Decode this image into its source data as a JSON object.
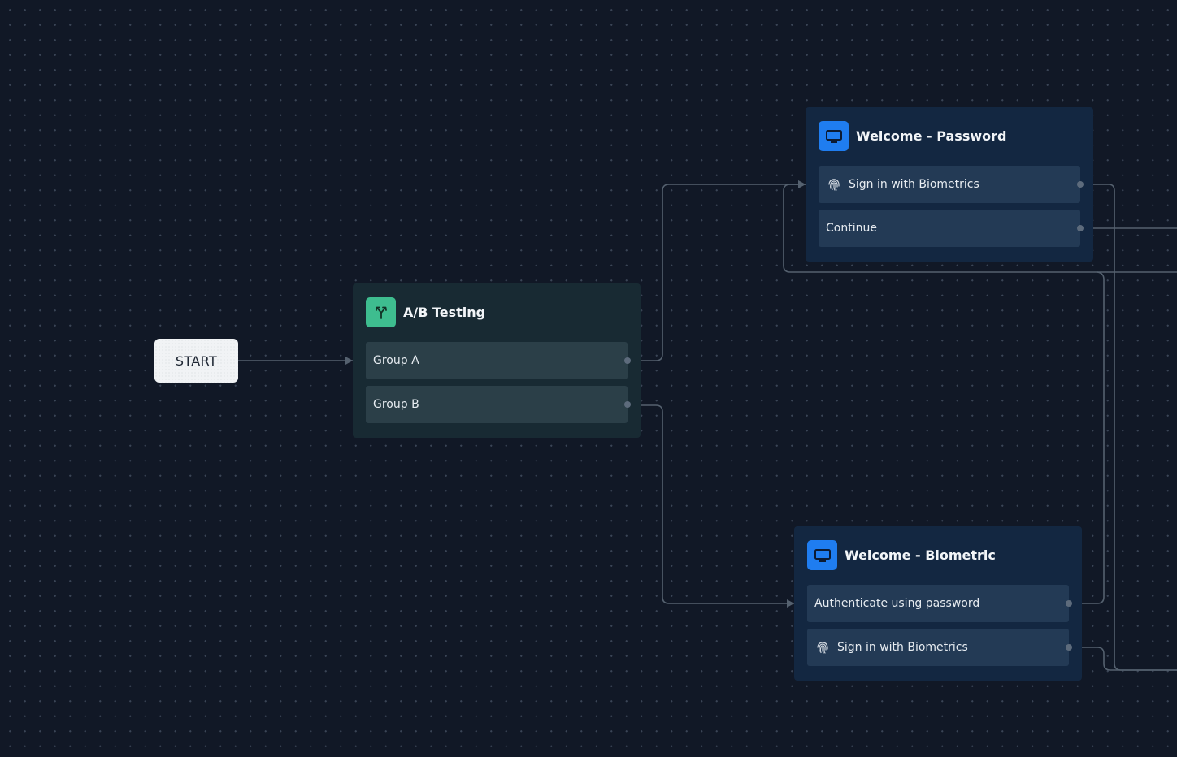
{
  "start": {
    "label": "START"
  },
  "ab_node": {
    "title": "A/B Testing",
    "icon": "split-branch-icon",
    "icon_color": "#3ebd8f",
    "options": [
      {
        "label": "Group A"
      },
      {
        "label": "Group B"
      }
    ]
  },
  "welcome_password": {
    "title": "Welcome - Password",
    "icon": "monitor-icon",
    "icon_color": "#1f7df0",
    "options": [
      {
        "label": "Sign in with Biometrics",
        "icon": "fingerprint-icon"
      },
      {
        "label": "Continue"
      }
    ]
  },
  "welcome_biometric": {
    "title": "Welcome - Biometric",
    "icon": "monitor-icon",
    "icon_color": "#1f7df0",
    "options": [
      {
        "label": "Authenticate using password"
      },
      {
        "label": "Sign in with Biometrics",
        "icon": "fingerprint-icon"
      }
    ]
  },
  "colors": {
    "canvas_bg": "#111826",
    "edge": "#55616f",
    "ab_node_bg": "#182a33",
    "screen_node_bg": "#132741"
  }
}
